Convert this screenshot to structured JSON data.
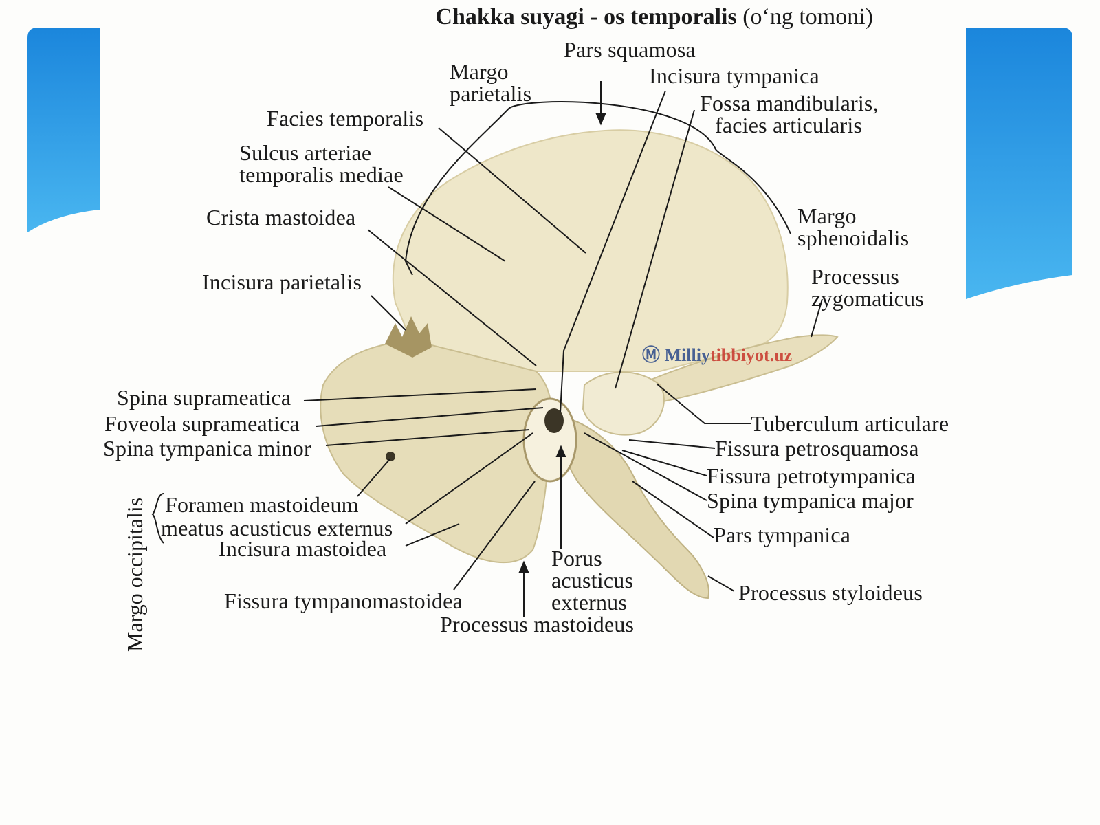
{
  "title": {
    "bold": "Chakka suyagi - os temporalis",
    "rest": "(o‘ng tomoni)"
  },
  "watermark": {
    "text_a": "Milliy",
    "text_b": "tibbiyot.uz"
  },
  "colors": {
    "bone": "#eee7c9",
    "bone_shadow": "#c9bd90",
    "accent_blue": "#1f8fe0",
    "leader": "#1a1a1a"
  },
  "labels": {
    "pars_squamosa": "Pars squamosa",
    "margo_parietalis_1": "Margo",
    "margo_parietalis_2": "parietalis",
    "incisura_tympanica": "Incisura tympanica",
    "fossa_1": "Fossa mandibularis,",
    "fossa_2": "facies articularis",
    "facies_temporalis": "Facies temporalis",
    "sulcus_1": "Sulcus arteriae",
    "sulcus_2": "temporalis mediae",
    "crista_mastoidea": "Crista mastoidea",
    "incisura_parietalis": "Incisura parietalis",
    "margo_sphenoidalis_1": "Margo",
    "margo_sphenoidalis_2": "sphenoidalis",
    "processus_zygomaticus_1": "Processus",
    "processus_zygomaticus_2": "zygomaticus",
    "spina_suprameatica": "Spina suprameatica",
    "foveola_suprameatica": "Foveola suprameatica",
    "spina_tympanica_minor": "Spina tympanica minor",
    "tuberculum_articulare": "Tuberculum articulare",
    "fissura_petrosquamosa": "Fissura petrosquamosa",
    "fissura_petrotympanica": "Fissura petrotympanica",
    "spina_tympanica_major": "Spina tympanica major",
    "pars_tympanica": "Pars tympanica",
    "foramen_mastoideum": "Foramen mastoideum",
    "meatus_acusticus_externus": "meatus acusticus externus",
    "incisura_mastoidea": "Incisura mastoidea",
    "margo_occipitalis": "Margo occipitalis",
    "porus_1": "Porus",
    "porus_2": "acusticus",
    "porus_3": "externus",
    "fissura_tympanomastoidea": "Fissura tympanomastoidea",
    "processus_mastoideus": "Processus mastoideus",
    "processus_styloideus": "Processus styloideus"
  }
}
